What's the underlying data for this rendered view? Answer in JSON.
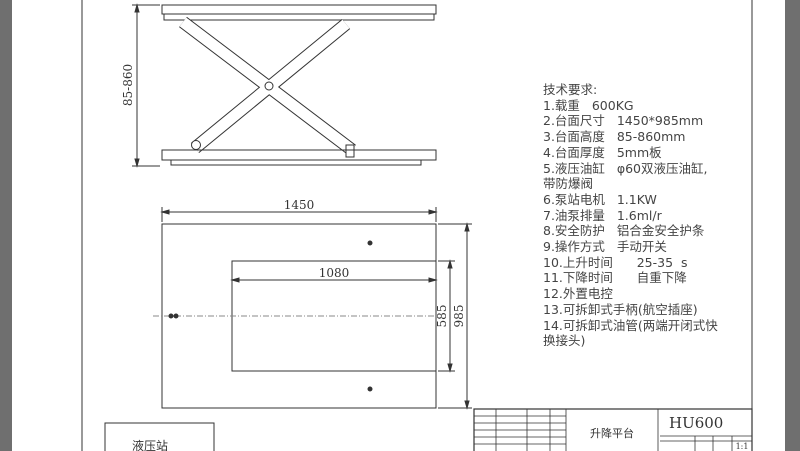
{
  "drawing": {
    "dimensions": {
      "height_range": "85-860",
      "length": "1450",
      "inner_length": "1080",
      "inner_width": "585",
      "width": "985"
    },
    "specs_title": "技术要求:",
    "specs": [
      "1.载重   600KG",
      "2.台面尺寸   1450*985mm",
      "3.台面高度   85-860mm",
      "4.台面厚度   5mm板",
      "5.液压油缸   φ60双液压油缸,",
      "带防爆阀",
      "6.泵站电机   1.1KW",
      "7.油泵排量   1.6ml/r",
      "8.安全防护   铝合金安全护条",
      "9.操作方式   手动开关",
      "10.上升时间      25-35  s",
      "11.下降时间      自重下降",
      "12.外置电控",
      "13.可拆卸式手柄(航空插座)",
      "14.可拆卸式油管(两端开闭式快",
      "换接头)"
    ],
    "hydraulic_station_label": "液压站",
    "title_block": {
      "name": "升降平台",
      "model": "HU600",
      "scale": "1:1"
    }
  }
}
